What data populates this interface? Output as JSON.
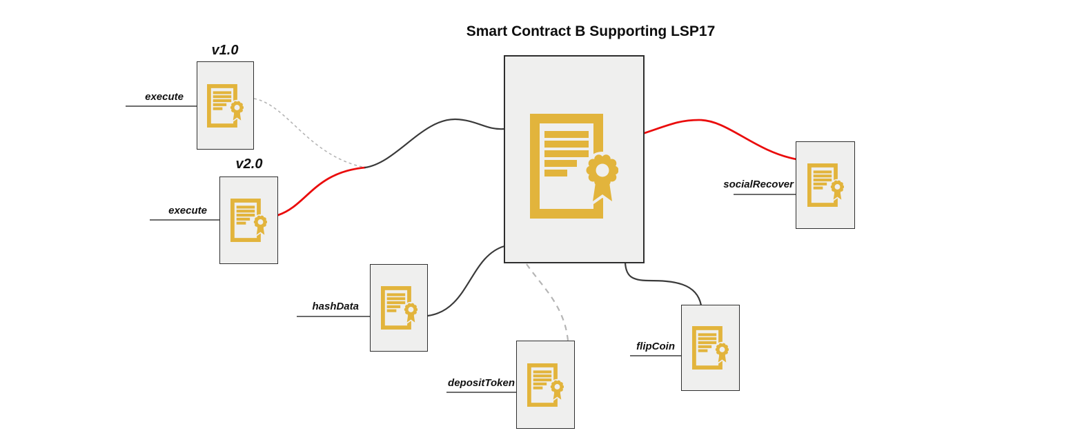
{
  "title": "Smart Contract B Supporting LSP17",
  "colors": {
    "gold": "#e2b43c",
    "red": "#ea0c0c",
    "line_dark": "#3a3a3a",
    "dashed_gray": "#b5b5b5",
    "box_fill": "#efefee",
    "box_border": "#2d2d2d",
    "text": "#111111"
  },
  "extensions": [
    {
      "version": "v1.0",
      "method": "execute",
      "link_style": "dotted-gray"
    },
    {
      "version": "v2.0",
      "method": "execute",
      "link_style": "solid-red"
    },
    {
      "method": "hashData",
      "link_style": "solid-black"
    },
    {
      "method": "depositToken",
      "link_style": "dashed-gray"
    },
    {
      "method": "flipCoin",
      "link_style": "solid-black"
    },
    {
      "method": "socialRecover",
      "link_style": "solid-red"
    }
  ]
}
